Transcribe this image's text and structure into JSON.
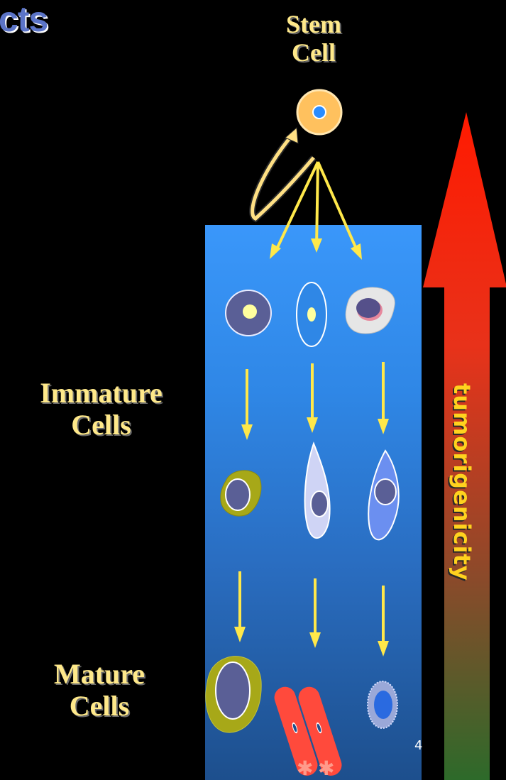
{
  "title_fragment": "cts",
  "stem_cell_label": {
    "line1": "Stem",
    "line2": "Cell"
  },
  "immature_label": {
    "line1": "Immature",
    "line2": "Cells"
  },
  "mature_label": {
    "line1": "Mature",
    "line2": "Cells"
  },
  "gradient_axis_label": "tumorigenicity",
  "page_number": "4",
  "colors": {
    "background": "#000000",
    "label_yellow": "#ffe98a",
    "arrow_yellow": "#ffe84a",
    "stem_cell_fill": "#ffc15e",
    "stem_nucleus": "#2a8cff",
    "big_arrow_top": "#ff1a00",
    "big_arrow_bottom": "#2d6a2a",
    "title_blue": "#5b74c8"
  }
}
